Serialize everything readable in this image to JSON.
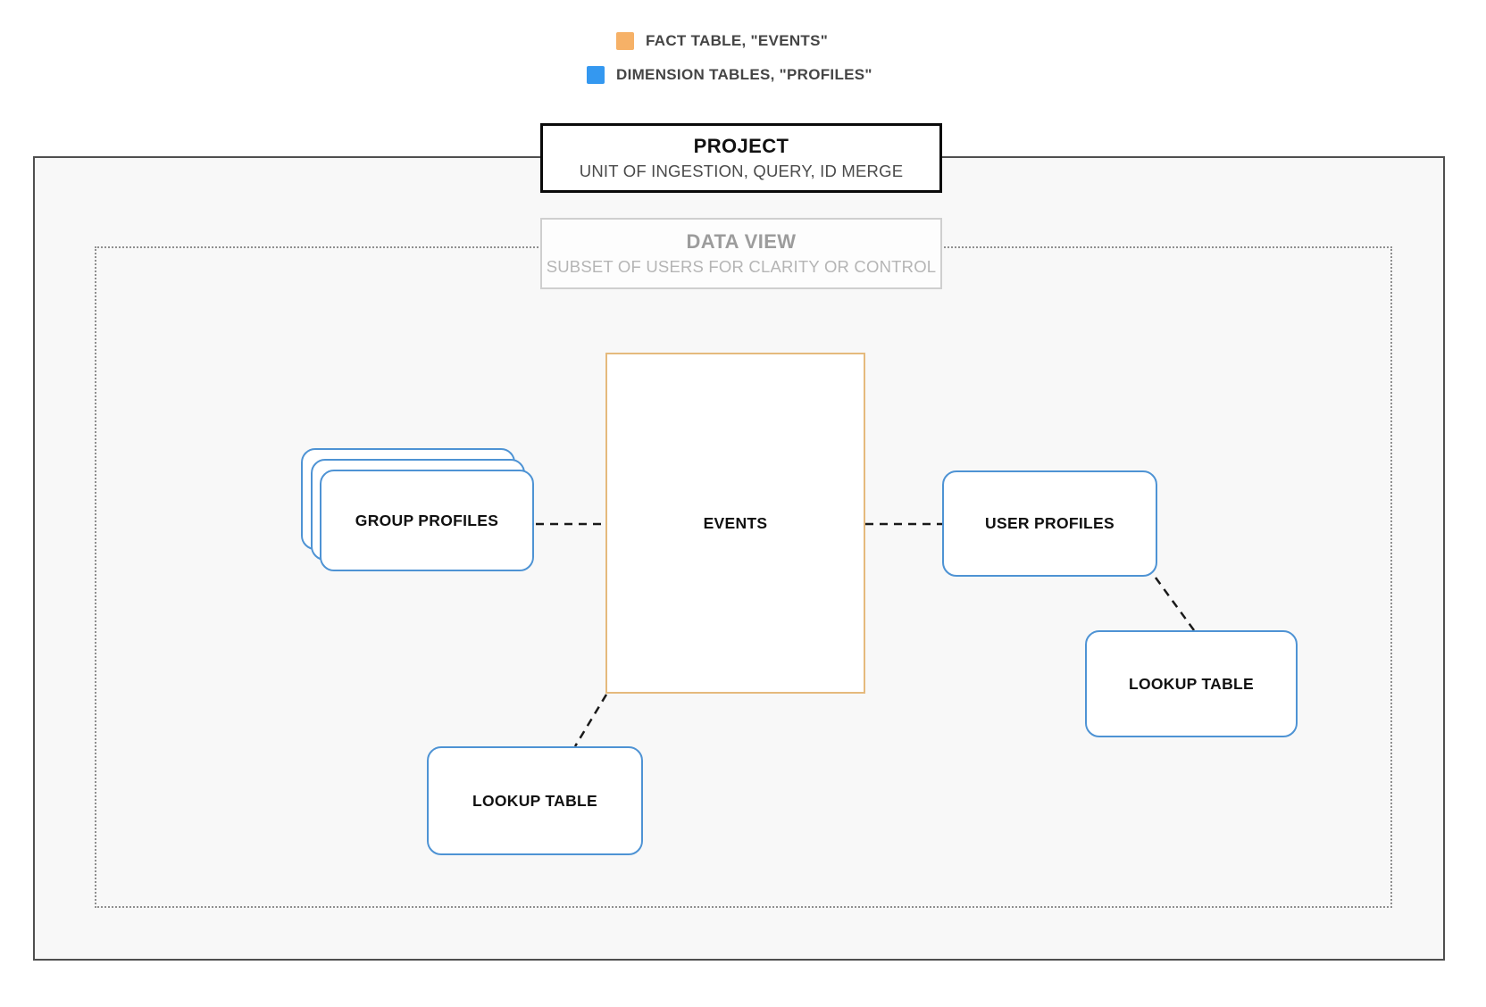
{
  "legend": {
    "items": [
      {
        "id": "fact",
        "label": "FACT TABLE, \"EVENTS\"",
        "color": "#F6B167"
      },
      {
        "id": "dimension",
        "label": "DIMENSION TABLES, \"PROFILES\"",
        "color": "#3498F0"
      }
    ]
  },
  "project_box": {
    "title": "PROJECT",
    "subtitle": "UNIT OF INGESTION, QUERY, ID MERGE"
  },
  "data_view_box": {
    "title": "DATA VIEW",
    "subtitle": "SUBSET OF USERS FOR CLARITY OR CONTROL"
  },
  "diagram": {
    "fact_table": {
      "label": "EVENTS",
      "border_color": "#E5BA7D"
    },
    "group_profiles": {
      "label": "GROUP PROFILES",
      "stack_count": 3
    },
    "user_profiles": {
      "label": "USER PROFILES"
    },
    "lookup_table_left": {
      "label": "LOOKUP TABLE"
    },
    "lookup_table_right": {
      "label": "LOOKUP TABLE"
    },
    "dimension_border_color": "#4E93D4",
    "outer_border_color": "#4F4F4F",
    "dotted_border_color": "#8F8F8F",
    "connector_style": "dashed"
  }
}
